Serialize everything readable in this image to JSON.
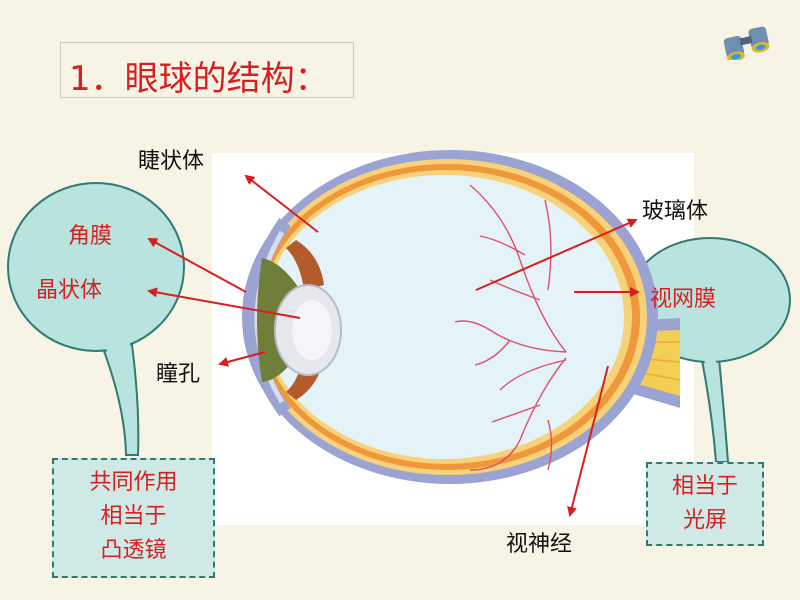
{
  "slide": {
    "title": "1．眼球的结构："
  },
  "icons": {
    "binoculars": "binoculars-icon"
  },
  "labels": {
    "ciliary_body": "睫状体",
    "cornea": "角膜",
    "lens": "晶状体",
    "pupil": "瞳孔",
    "vitreous_body": "玻璃体",
    "retina": "视网膜",
    "optic_nerve": "视神经"
  },
  "notes": {
    "left": [
      "共同作用",
      "相当于",
      "凸透镜"
    ],
    "right": [
      "相当于",
      "光屏"
    ]
  },
  "colors": {
    "background": "#f7f4e6",
    "accent_red": "#d81e1e",
    "bubble_fill": "#b9e3de",
    "bubble_stroke": "#2f7a72",
    "eye_interior": "#e4f3f8",
    "sclera": "#9aa3d2",
    "choroid": "#f3b44a"
  }
}
